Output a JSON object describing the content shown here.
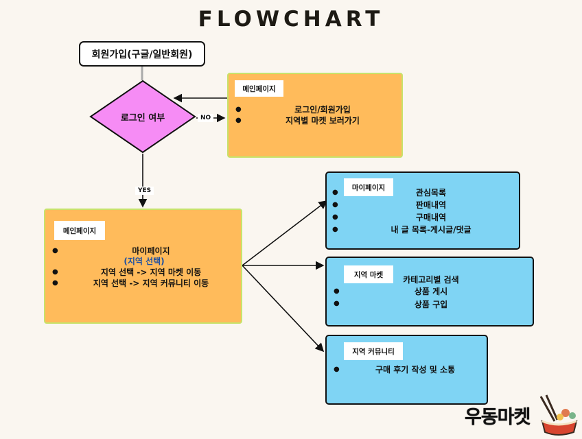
{
  "title": "FLOWCHART",
  "signup": "회원가입(구글/일반회원)",
  "decision": "로그인 여부",
  "edge_no": "NO",
  "edge_yes": "YES",
  "main_page_guest": {
    "tag": "메인페이지",
    "items": [
      "로그인/회원가입",
      "지역별 마켓 보러가기"
    ]
  },
  "main_page": {
    "tag": "메인페이지",
    "items": [
      "마이페이지",
      "(지역 선택)",
      "지역 선택 -> 지역 마켓 이동",
      "지역 선택 -> 지역 커뮤니티 이동"
    ]
  },
  "mypage": {
    "tag": "마이페이지",
    "items": [
      "관심목록",
      "판매내역",
      "구매내역",
      "내 글 목록-게시글/댓글"
    ]
  },
  "market": {
    "tag": "지역 마켓",
    "items": [
      "카테고리별 검색",
      "상품 게시",
      "상품 구입"
    ]
  },
  "community": {
    "tag": "지역 커뮤니티",
    "items": [
      "구매 후기 작성 및 소통"
    ]
  },
  "logo": "우동마켓",
  "colors": {
    "orange": "#ffbb5b",
    "blue": "#7fd4f4",
    "diamond": "#f68cf5",
    "highlight": "#1c4fa3"
  }
}
